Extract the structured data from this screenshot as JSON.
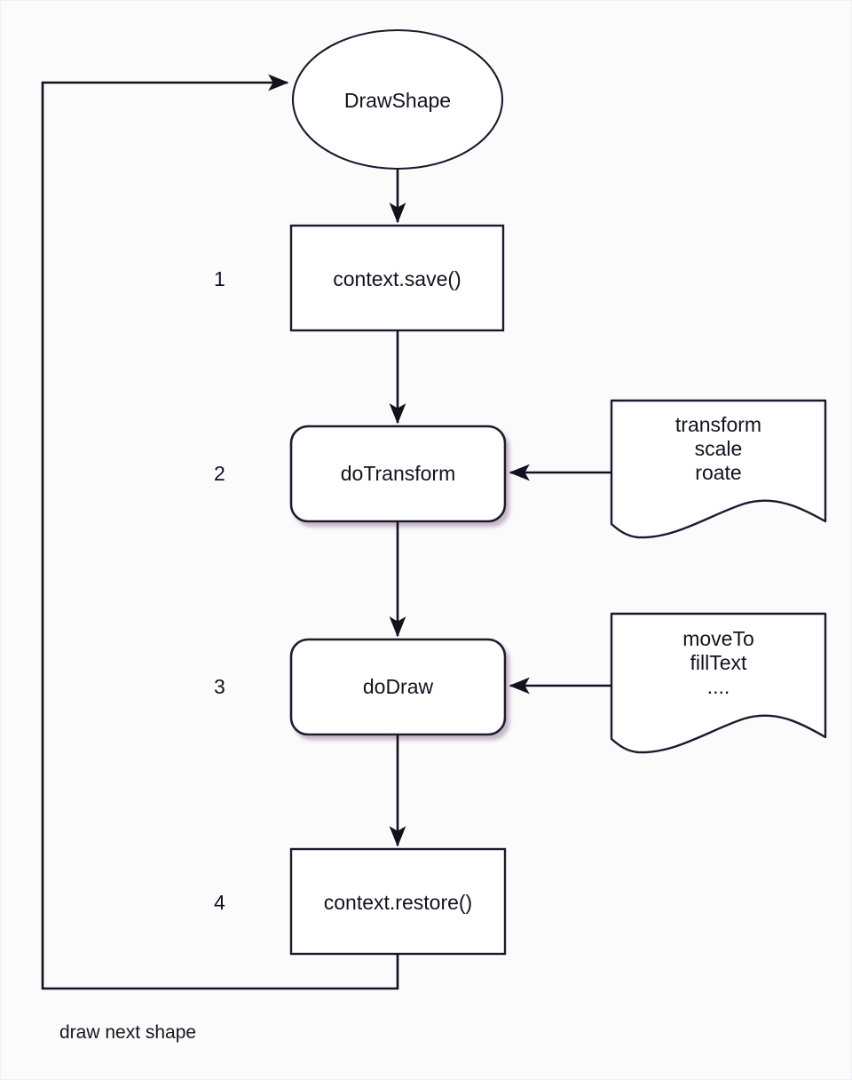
{
  "diagram": {
    "title_node": {
      "label": "DrawShape",
      "shape": "ellipse"
    },
    "steps": [
      {
        "number": "1",
        "label": "context.save()",
        "shape": "rectangle"
      },
      {
        "number": "2",
        "label": "doTransform",
        "shape": "rounded-rectangle"
      },
      {
        "number": "3",
        "label": "doDraw",
        "shape": "rounded-rectangle"
      },
      {
        "number": "4",
        "label": "context.restore()",
        "shape": "rectangle"
      }
    ],
    "notes": [
      {
        "label": "transform\nscale\nroate",
        "shape": "document",
        "target": "doTransform"
      },
      {
        "label": "moveTo\nfillText\n....",
        "shape": "document",
        "target": "doDraw"
      }
    ],
    "loop_caption": "draw next shape",
    "colors": {
      "stroke": "#1a1a2e",
      "text": "#12121f",
      "background": "#fbfbfc",
      "node_fill": "#ffffff",
      "shadow": "#b49ab4"
    }
  }
}
